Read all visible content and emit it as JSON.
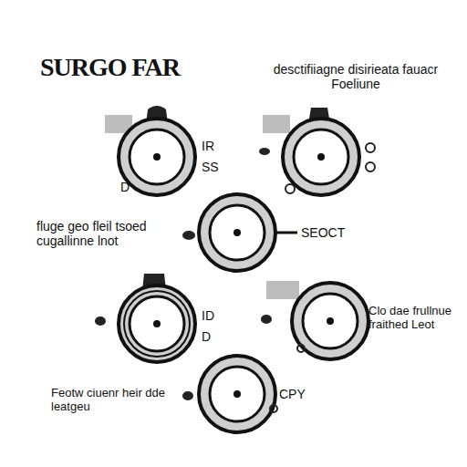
{
  "diagram": {
    "title": "SURGO FAR",
    "labels": [
      "desctifiiagne disirieata fauacr Foeliune",
      "IR",
      "SS",
      "D",
      "fluge geo fleil tsoed cugallinne lnot",
      "SEOCT",
      "ID",
      "D",
      "Clo dae frullnue fraithed Leot",
      "Feotw ciuenr heir dde leatgeu",
      "CPY"
    ]
  }
}
